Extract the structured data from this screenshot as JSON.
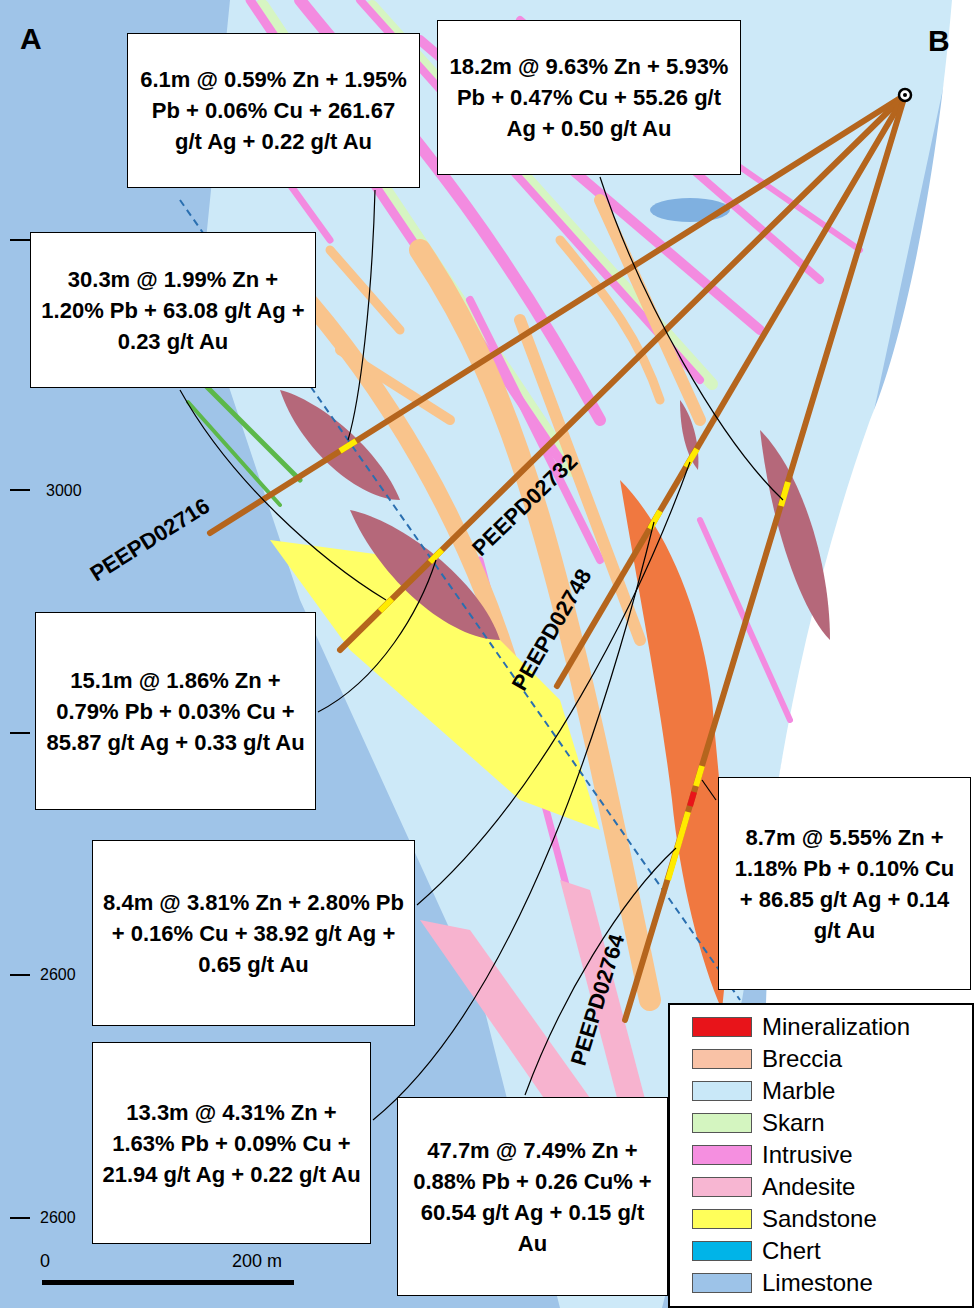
{
  "diagram": {
    "nodes": [
      {
        "text": [
          "6.1m @ 0.59% Zn + 1.95% Pb + 0.06% Cu + 261.67 g/t Ag + 0.22 g/t Au"
        ]
      },
      {
        "text": [
          "18.2m @ 9.63% Zn + 5.93% Pb + 0.47% Cu + 55.26 g/t Ag + 0.50 g/t Au"
        ]
      },
      {
        "text": [
          "30.3m @ 1.99% Zn + 1.20% Pb + 63.08 g/t Ag + 0.23 g/t Au"
        ]
      },
      {
        "text": [
          "15.1m @ 1.86% Zn + 0.79% Pb + 0.03% Cu + 85.87 g/t Ag + 0.33 g/t Au"
        ]
      },
      {
        "text": [
          "8.7m @ 5.55% Zn + 1.18% Pb + 0.10% Cu + 86.85 g/t Ag + 0.14 g/t Au"
        ]
      },
      {
        "text": [
          "8.4m @ 3.81% Zn + 2.80% Pb + 0.16% Cu + 38.92 g/t Ag + 0.65 g/t Au"
        ]
      },
      {
        "text": [
          "13.3m @ 4.31% Zn + 1.63% Pb + 0.09% Cu + 21.94 g/t Ag + 0.22 g/t Au"
        ]
      },
      {
        "text": [
          "47.7m @ 7.49% Zn + 0.88% Pb + 0.26 Cu% + 60.54 g/t Ag + 0.15 g/t Au"
        ]
      }
    ],
    "labels": [
      "A",
      "B",
      "3000",
      "2600",
      "2600",
      "0",
      "200 m",
      "PEEPD02716",
      "PEEPD02732",
      "PEEPD02748",
      "PEEPD02764"
    ],
    "legend": [
      {
        "text": "Mineralization",
        "color": "#e8141a"
      },
      {
        "text": "Breccia",
        "color": "#f9c2a6"
      },
      {
        "text": "Marble",
        "color": "#c9e8f8"
      },
      {
        "text": "Skarn",
        "color": "#d4f5c0"
      },
      {
        "text": "Intrusive",
        "color": "#f58fe0"
      },
      {
        "text": "Andesite",
        "color": "#f7b6d2"
      },
      {
        "text": "Sandstone",
        "color": "#ffff5a"
      },
      {
        "text": "Chert",
        "color": "#00b4e8"
      },
      {
        "text": "Limestone",
        "color": "#9dc3e8"
      }
    ]
  }
}
